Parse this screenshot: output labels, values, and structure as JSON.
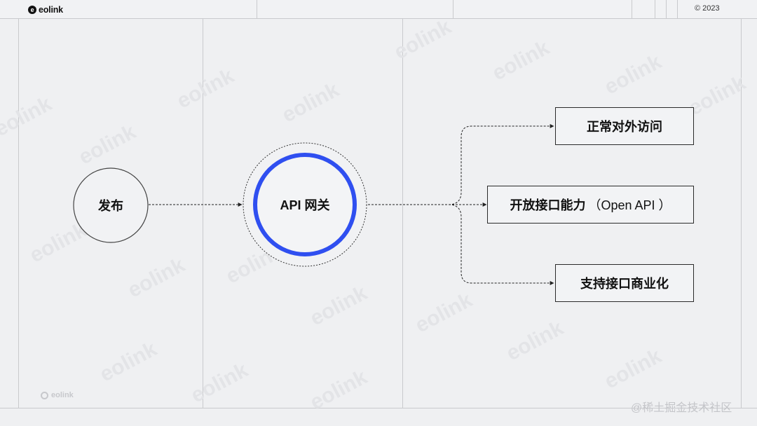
{
  "brand": {
    "logo_text": "eolink",
    "logo_icon": "eolink-logo-icon"
  },
  "copyright": "© 2023",
  "watermark_text": "eolink",
  "footer": {
    "logo_text": "eolink"
  },
  "credit": "@稀土掘金技术社区",
  "diagram": {
    "source_node": "发布",
    "gateway_node": "API 网关",
    "targets": [
      {
        "label": "正常对外访问",
        "suffix": ""
      },
      {
        "label": "开放接口能力",
        "suffix": "（Open API ）"
      },
      {
        "label": "支持接口商业化",
        "suffix": ""
      }
    ],
    "colors": {
      "gateway_ring": "#2f4ff0",
      "line": "#222222",
      "panel_border": "#c9cacd"
    }
  }
}
